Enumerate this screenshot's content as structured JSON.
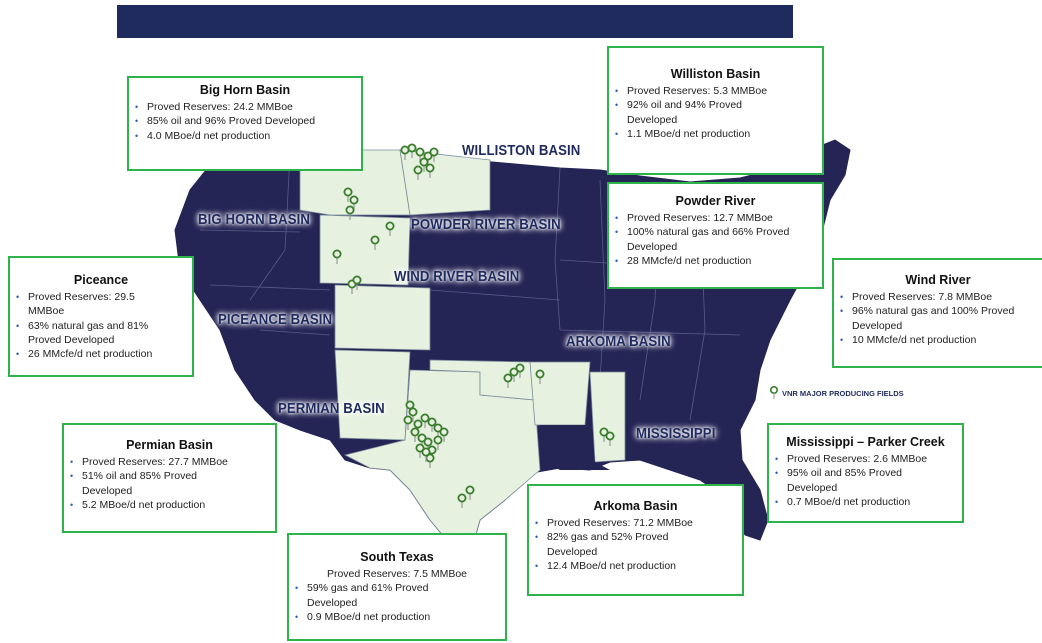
{
  "colors": {
    "title_bar": "#1f2a5e",
    "land_dark": "#242455",
    "land_light": "#e6f1e0",
    "state_border": "#6a6a9a",
    "box_border": "#2db34a",
    "pin": "#3a7d2c"
  },
  "basin_labels": {
    "williston": "WILLISTON BASIN",
    "big_horn": "BIG HORN BASIN",
    "powder_river": "POWDER RIVER BASIN",
    "wind_river": "WIND RIVER BASIN",
    "piceance": "PICEANCE BASIN",
    "arkoma": "ARKOMA BASIN",
    "permian": "PERMIAN BASIN",
    "mississippi": "MISSISSIPPI"
  },
  "legend": {
    "icon": "map-pin-icon",
    "label": "VNR MAJOR PRODUCING FIELDS"
  },
  "boxes": {
    "big_horn": {
      "title": "Big Horn Basin",
      "items": [
        "Proved Reserves: 24.2 MMBoe",
        "85% oil and 96% Proved Developed",
        "4.0 MBoe/d net production"
      ]
    },
    "williston": {
      "title": "Williston Basin",
      "items": [
        "Proved Reserves: 5.3 MMBoe",
        "92% oil and 94% Proved Developed",
        "1.1 MBoe/d net production"
      ]
    },
    "powder_river": {
      "title": "Powder River",
      "items": [
        "Proved Reserves: 12.7 MMBoe",
        "100% natural gas and 66% Proved Developed",
        "28 MMcfe/d net production"
      ]
    },
    "piceance": {
      "title": "Piceance",
      "items": [
        "Proved Reserves: 29.5 MMBoe",
        "63% natural gas and 81% Proved Developed",
        "26 MMcfe/d net production"
      ]
    },
    "wind_river": {
      "title": "Wind River",
      "items": [
        "Proved Reserves: 7.8 MMBoe",
        "96% natural gas and 100% Proved Developed",
        "10 MMcfe/d net production"
      ]
    },
    "permian": {
      "title": "Permian Basin",
      "items": [
        "Proved Reserves: 27.7 MMBoe",
        "51% oil and 85% Proved Developed",
        "5.2 MBoe/d net production"
      ]
    },
    "mississippi": {
      "title": "Mississippi – Parker Creek",
      "items": [
        "Proved Reserves: 2.6 MMBoe",
        "95% oil and 85% Proved Developed",
        "0.7 MBoe/d net production"
      ]
    },
    "arkoma": {
      "title": "Arkoma Basin",
      "items": [
        "Proved Reserves: 71.2 MMBoe",
        "82% gas and 52% Proved Developed",
        "12.4 MBoe/d net production"
      ]
    },
    "south_texas": {
      "title": "South Texas",
      "intro": "Proved Reserves: 7.5 MMBoe",
      "items": [
        "59% gas and 61% Proved Developed",
        "0.9 MBoe/d net production"
      ]
    }
  }
}
